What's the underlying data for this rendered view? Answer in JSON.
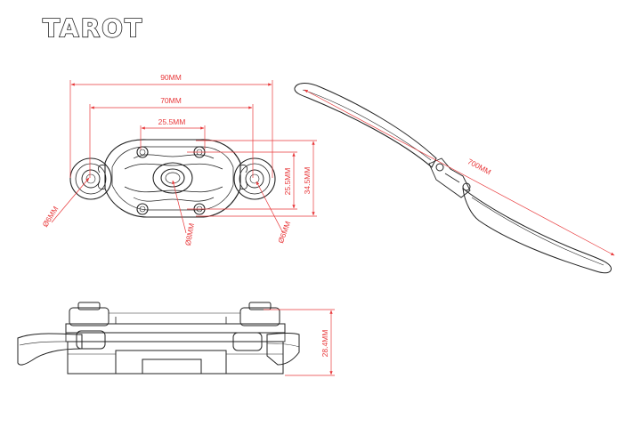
{
  "brand": {
    "name": "TAROT"
  },
  "colors": {
    "dimension": "#e8383a",
    "outline": "#222222",
    "background": "#ffffff"
  },
  "dimensions": {
    "overall_width": "90MM",
    "hole_span": "70MM",
    "center_span": "25.5MM",
    "inner_height": "25.5MM",
    "outer_height": "34.5MM",
    "left_hole_dia": "Ø6MM",
    "center_hole_dia": "Ø8MM",
    "right_hole_dia": "Ø6MM",
    "prop_length": "700MM",
    "side_height": "28.4MM"
  }
}
